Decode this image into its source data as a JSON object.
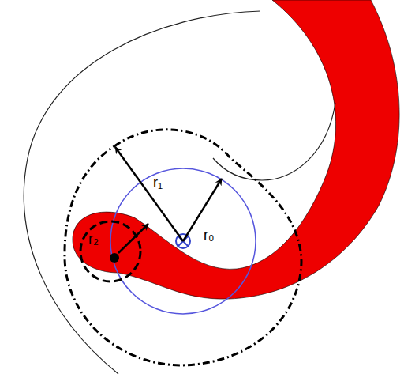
{
  "diagram": {
    "labels": [
      "r₁",
      "r₂",
      "r₀"
    ]
  }
}
